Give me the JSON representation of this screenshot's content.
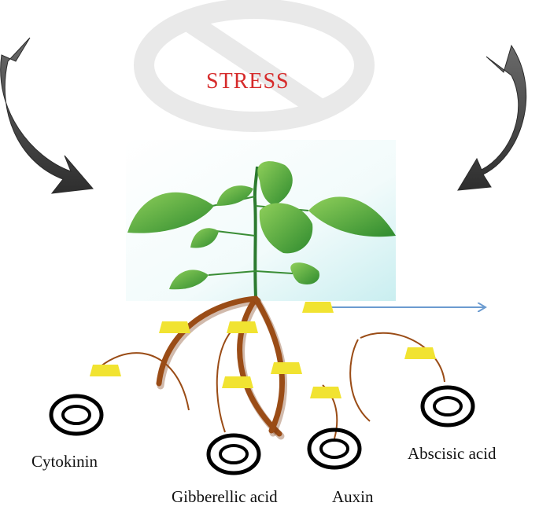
{
  "stress": {
    "label": "STRESS",
    "color": "#d62b2b",
    "icon": "no-symbol-icon"
  },
  "hormones": [
    {
      "label": "Cytokinin"
    },
    {
      "label": "Gibberellic acid"
    },
    {
      "label": "Auxin"
    },
    {
      "label": "Abscisic acid"
    }
  ],
  "colors": {
    "arrow": "#3f3f3f",
    "root": "#9a4c16",
    "receptor": "#f1e331",
    "signal_arrow": "#6b9bd0",
    "leaf": "#3f9a35",
    "ring": "#000000"
  }
}
